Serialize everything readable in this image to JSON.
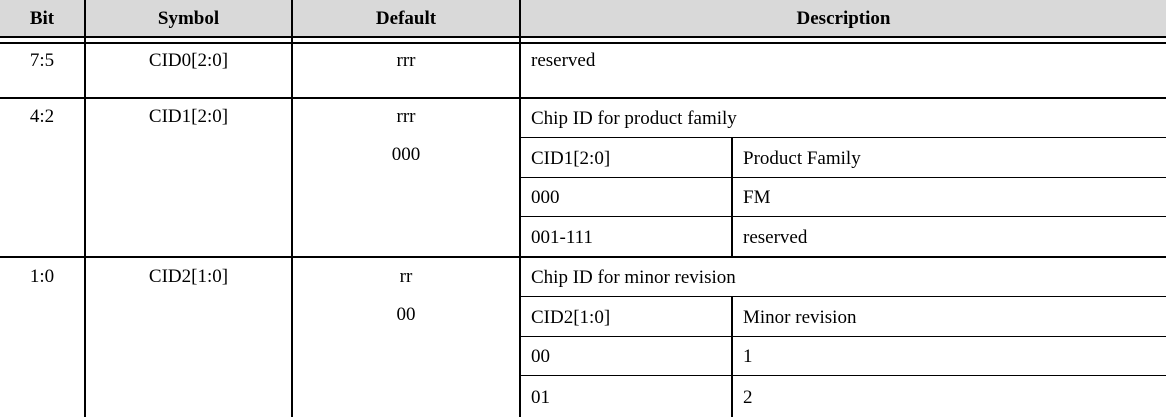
{
  "table": {
    "columns": {
      "bit": "Bit",
      "symbol": "Symbol",
      "default": "Default",
      "description": "Description"
    },
    "colors": {
      "header_bg": "#d9d9d9",
      "border": "#000000",
      "text": "#000000"
    },
    "rows": [
      {
        "bit": "7:5",
        "symbol": "CID0[2:0]",
        "default1": "rrr",
        "description_title": "reserved"
      },
      {
        "bit": "4:2",
        "symbol": "CID1[2:0]",
        "default1": "rrr",
        "default2": "000",
        "description_title": "Chip ID for product family",
        "sub_table": {
          "header": {
            "key": "CID1[2:0]",
            "value": "Product Family"
          },
          "rows": [
            {
              "key": "000",
              "value": "FM"
            },
            {
              "key": "001-111",
              "value": "reserved"
            }
          ]
        }
      },
      {
        "bit": "1:0",
        "symbol": "CID2[1:0]",
        "default1": "rr",
        "default2": "00",
        "description_title": "Chip ID for minor revision",
        "sub_table": {
          "header": {
            "key": "CID2[1:0]",
            "value": "Minor revision"
          },
          "rows": [
            {
              "key": "00",
              "value": "1"
            },
            {
              "key": "01",
              "value": "2"
            }
          ]
        }
      }
    ]
  }
}
